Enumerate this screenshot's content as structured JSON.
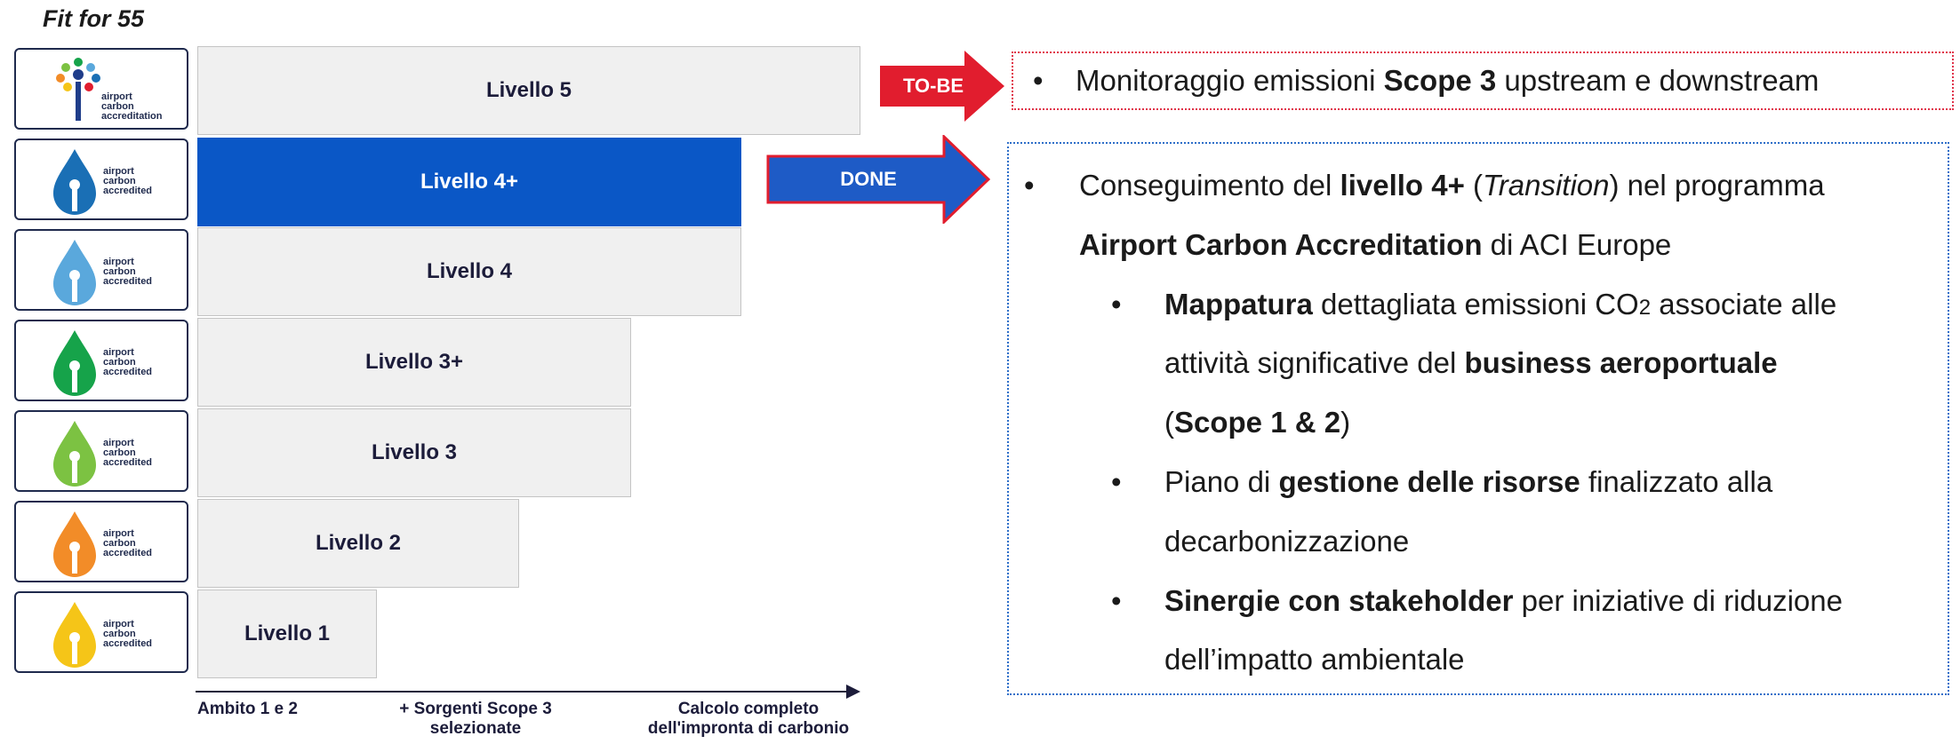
{
  "title": "Fit for 55",
  "logo_text": [
    "airport",
    "carbon",
    "accredited"
  ],
  "logo_text_top": [
    "airport",
    "carbon",
    "accreditation"
  ],
  "logos": [
    {
      "color": "#1f3d8a"
    },
    {
      "color": "#1a6fb5"
    },
    {
      "color": "#5aa8dc"
    },
    {
      "color": "#16a34a"
    },
    {
      "color": "#7cc242"
    },
    {
      "color": "#f28c28"
    },
    {
      "color": "#f5c518"
    }
  ],
  "levels": [
    {
      "label": "Livello 5",
      "active": false
    },
    {
      "label": "Livello 4+",
      "active": true
    },
    {
      "label": "Livello 4",
      "active": false
    },
    {
      "label": "Livello 3+",
      "active": false
    },
    {
      "label": "Livello 3",
      "active": false
    },
    {
      "label": "Livello 2",
      "active": false
    },
    {
      "label": "Livello 1",
      "active": false
    }
  ],
  "axis": {
    "label1": "Ambito 1 e 2",
    "label2_line1": "+ Sorgenti Scope 3",
    "label2_line2": "selezionate",
    "label3_line1": "Calcolo completo",
    "label3_line2": "dell'impronta di carbonio"
  },
  "tags": {
    "tobe": "TO-BE",
    "done": "DONE",
    "tobe_color": "#e11d2e",
    "done_color": "#1e5bc6"
  },
  "tobe_box": {
    "bullet": "•",
    "pre": "Monitoraggio emissioni ",
    "bold": "Scope 3",
    "post": " upstream e downstream"
  },
  "done_box": {
    "bullet": "•",
    "line1_pre": "Conseguimento del ",
    "line1_bold": "livello 4+",
    "line1_mid": " (",
    "line1_italic": "Transition",
    "line1_post": ") nel programma",
    "line2_bold": "Airport Carbon Accreditation",
    "line2_post": " di ACI Europe",
    "sub1_bold": "Mappatura",
    "sub1_line1_post": " dettagliata emissioni CO",
    "sub1_sub": "2",
    "sub1_line1_end": " associate alle",
    "sub1_line2_pre": "attività significative del ",
    "sub1_line2_bold": "business aeroportuale",
    "sub1_line3_open": "(",
    "sub1_line3_bold": "Scope 1 & 2",
    "sub1_line3_close": ")",
    "sub2_pre": "Piano di ",
    "sub2_bold": "gestione delle risorse",
    "sub2_post": " finalizzato alla",
    "sub2_line2": "decarbonizzazione",
    "sub3_bold": "Sinergie con stakeholder",
    "sub3_post": " per iniziative di riduzione",
    "sub3_line2": "dell’impatto ambientale"
  }
}
